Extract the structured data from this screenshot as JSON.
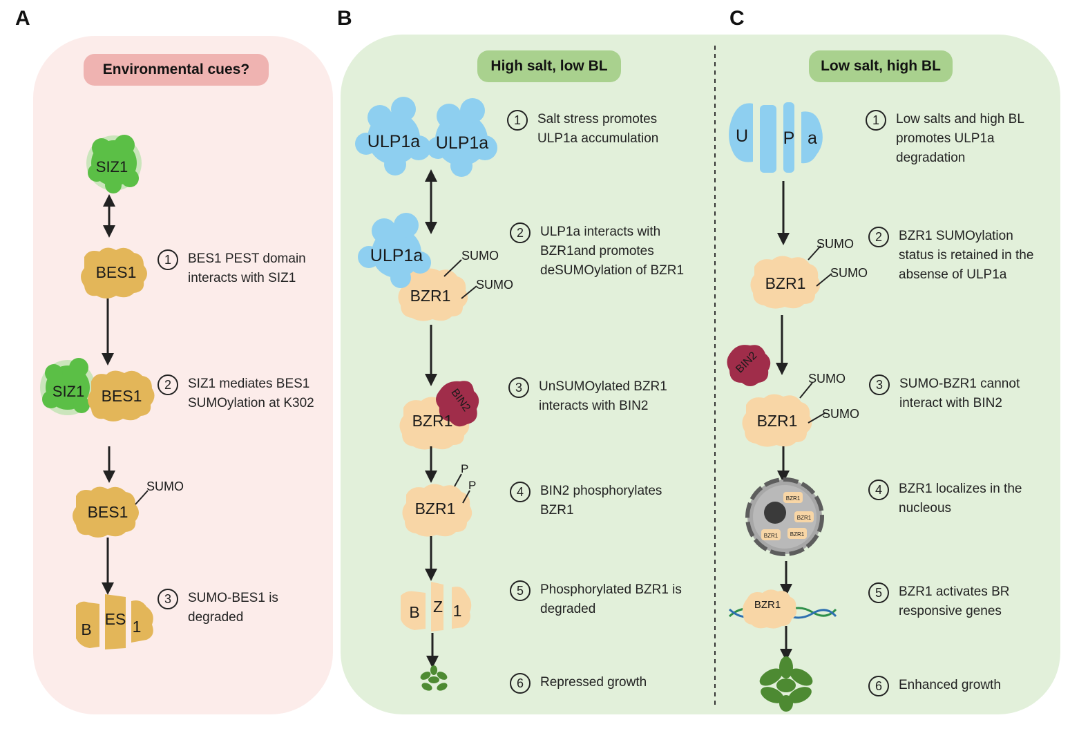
{
  "panels": {
    "A": {
      "letter": "A",
      "header": "Environmental cues?",
      "steps": [
        {
          "n": "1",
          "text": "BES1 PEST domain\ninteracts with SIZ1"
        },
        {
          "n": "2",
          "text": "SIZ1 mediates BES1\nSUMOylation at K302"
        },
        {
          "n": "3",
          "text": "SUMO-BES1 is\ndegraded"
        }
      ]
    },
    "B": {
      "letter": "B",
      "header": "High salt, low BL",
      "steps": [
        {
          "n": "1",
          "text": "Salt stress promotes\nULP1a accumulation"
        },
        {
          "n": "2",
          "text": "ULP1a interacts with\nBZR1and promotes\ndeSUMOylation of BZR1"
        },
        {
          "n": "3",
          "text": "UnSUMOylated BZR1\ninteracts with BIN2"
        },
        {
          "n": "4",
          "text": "BIN2 phosphorylates\nBZR1"
        },
        {
          "n": "5",
          "text": "Phosphorylated BZR1 is\ndegraded"
        },
        {
          "n": "6",
          "text": "Repressed growth"
        }
      ]
    },
    "C": {
      "letter": "C",
      "header": "Low salt, high BL",
      "steps": [
        {
          "n": "1",
          "text": "Low salts and high BL\npromotes ULP1a\ndegradation"
        },
        {
          "n": "2",
          "text": "BZR1 SUMOylation\nstatus is retained in the\nabsense of ULP1a"
        },
        {
          "n": "3",
          "text": "SUMO-BZR1 cannot\ninteract with BIN2"
        },
        {
          "n": "4",
          "text": "BZR1 localizes in  the\nnucleous"
        },
        {
          "n": "5",
          "text": "BZR1 activates BR\nresponsive genes"
        },
        {
          "n": "6",
          "text": "Enhanced growth"
        }
      ]
    }
  },
  "labels": {
    "siz1": "SIZ1",
    "bes1": "BES1",
    "bes1_frag_left": "B",
    "bes1_frag_mid": "ES",
    "bes1_frag_right": "1",
    "ulp1a": "ULP1a",
    "ulp1a_frag_left": "U",
    "ulp1a_frag_mid": "P",
    "ulp1a_frag_right": "a",
    "bzr1": "BZR1",
    "bzr1_frag_left": "B",
    "bzr1_frag_mid": "Z",
    "bzr1_frag_right": "1",
    "bin2": "BIN2",
    "sumo": "SUMO",
    "p": "P"
  },
  "colors": {
    "panel_a_bg": "#fcecea",
    "panel_bc_bg": "#e2f0da",
    "pill_a": "#efb3b1",
    "pill_bc": "#a9d18e",
    "siz1": "#5bbf46",
    "bes1": "#e3b659",
    "ulp1a": "#8ecff0",
    "bzr1": "#f8d6a6",
    "bin2": "#a02d4a",
    "arrow": "#222222"
  }
}
